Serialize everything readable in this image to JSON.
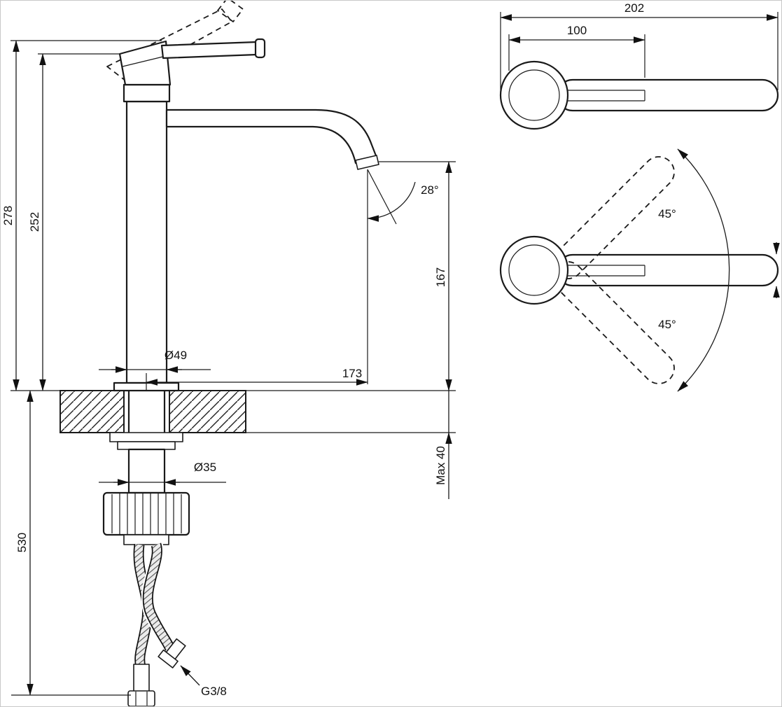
{
  "page": {
    "background": "#ffffff",
    "line_color": "#1a1a1a"
  },
  "side_view": {
    "dim_total_height": "278",
    "dim_body_height": "252",
    "dim_hose_length": "530",
    "dim_base_diameter": "Ø49",
    "dim_spout_reach": "173",
    "dim_stream_angle": "28°",
    "dim_spout_height": "167",
    "dim_max_deck_thickness": "Max 40",
    "dim_shank_diameter": "Ø35",
    "label_connection_thread": "G3/8"
  },
  "top_view": {
    "dim_total_length": "202",
    "dim_handle_length": "100",
    "dim_swivel_up": "45°",
    "dim_swivel_down": "45°"
  }
}
